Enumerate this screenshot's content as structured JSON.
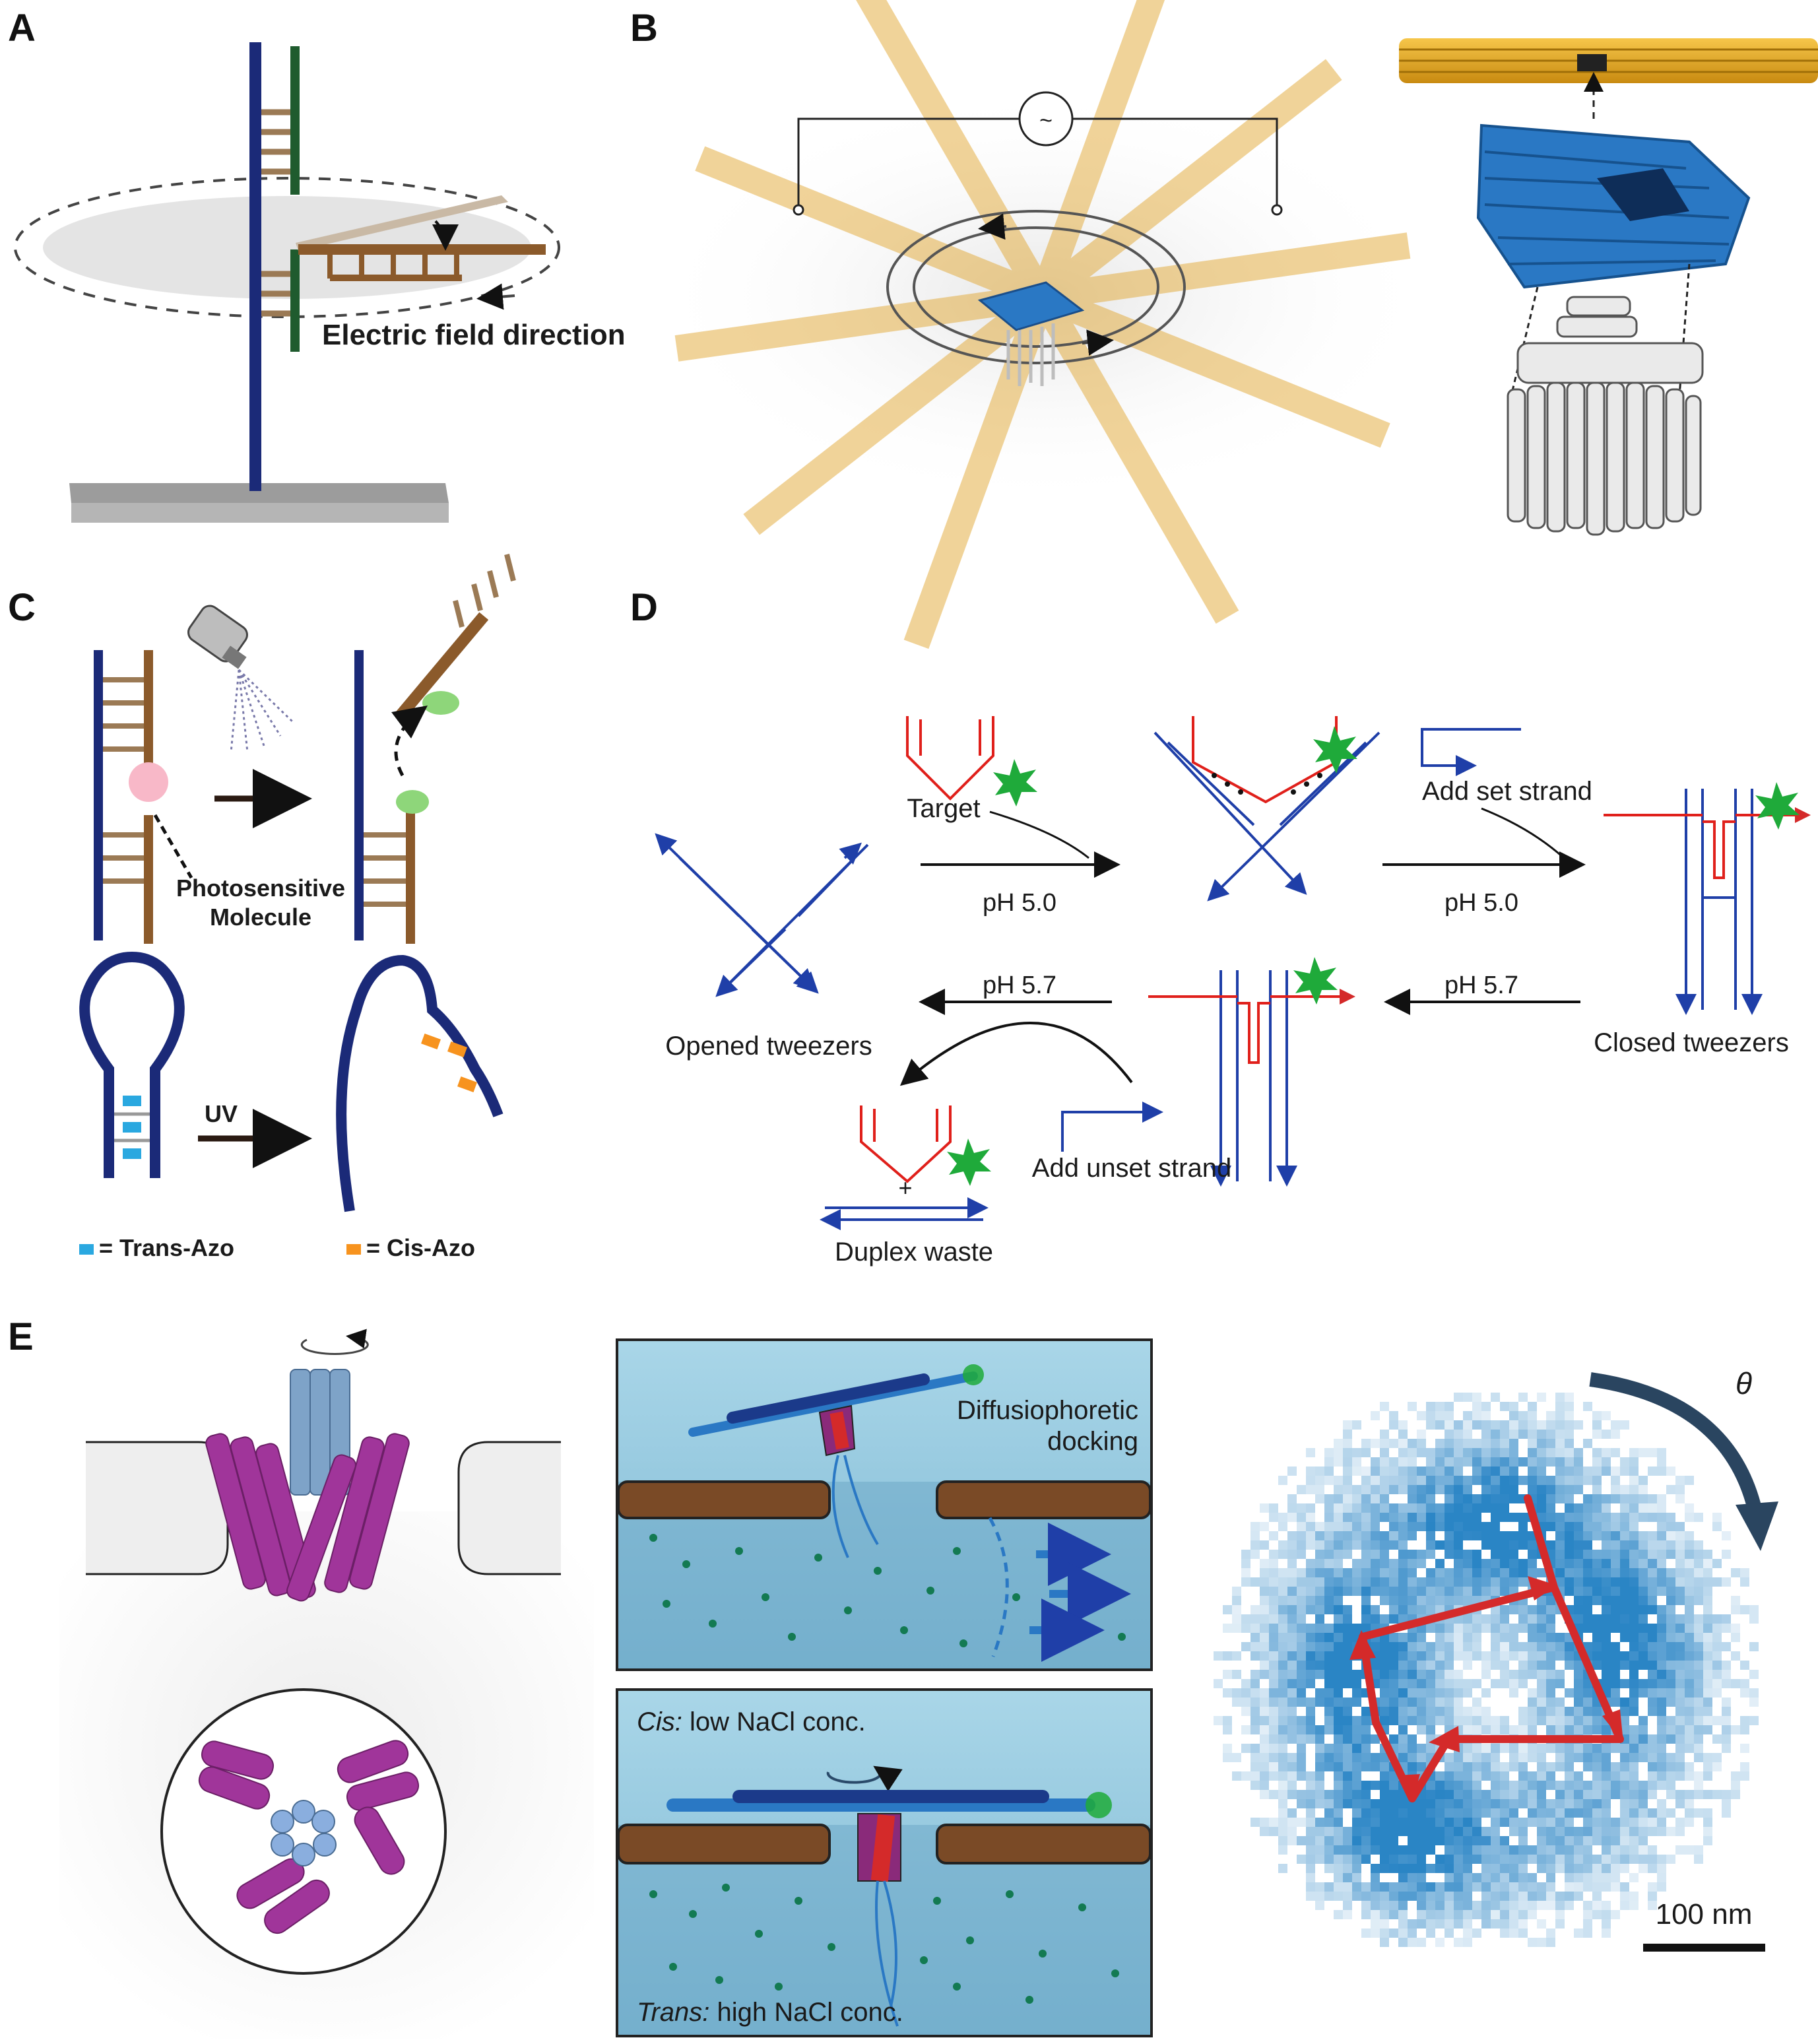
{
  "panels": {
    "a": {
      "letter": "A",
      "field_label": "Electric field direction"
    },
    "b": {
      "letter": "B",
      "ac_symbol": "~"
    },
    "c": {
      "letter": "C",
      "photo_label_line1": "Photosensitive",
      "photo_label_line2": "Molecule",
      "uv_label": "UV",
      "trans_legend": "= Trans-Azo",
      "cis_legend": "= Cis-Azo"
    },
    "d": {
      "letter": "D",
      "target": "Target",
      "add_set": "Add set strand",
      "add_unset": "Add unset strand",
      "ph_top_left": "pH 5.0",
      "ph_top_right": "pH 5.0",
      "ph_bottom_right": "pH 5.7",
      "ph_bottom_left": "pH 5.7",
      "opened": "Opened tweezers",
      "closed": "Closed tweezers",
      "duplex": "Duplex waste",
      "plus": "+"
    },
    "e": {
      "letter": "E",
      "docking_line1": "Diffusiophoretic",
      "docking_line2": "docking",
      "cis_word": "Cis:",
      "cis_rest": " low NaCl conc.",
      "trans_word": "Trans:",
      "trans_rest": " high NaCl conc.",
      "theta": "θ",
      "scale": "100 nm"
    }
  },
  "colors": {
    "dna_navy": "#1b2a78",
    "dna_green": "#1f5b2e",
    "dna_brown": "#8b5a2b",
    "tweezer_blue": "#1f3fa8",
    "target_red": "#e0201b",
    "fluor_green": "#1faa3a",
    "origami_blue": "#2a78c4",
    "rod_gold": "#e0a020",
    "purple": "#a0359a",
    "membrane_brown": "#7a4a26",
    "trace_red": "#d42a2a",
    "heat_blue": "#3a8ed0"
  }
}
